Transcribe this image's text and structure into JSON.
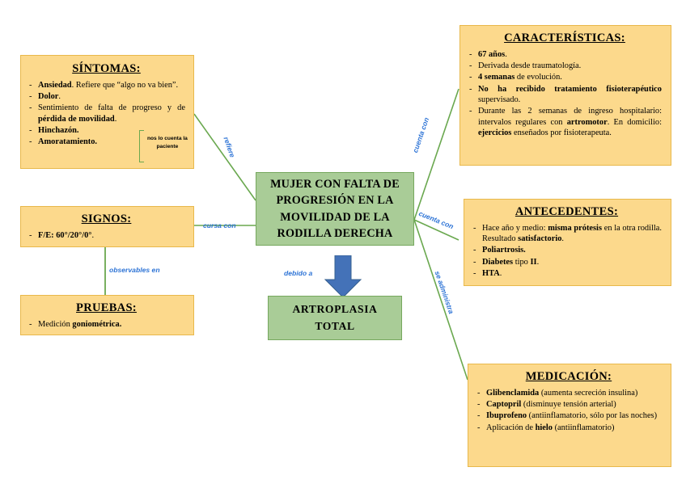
{
  "diagram": {
    "title_central": "MUJER CON FALTA DE PROGRESIÓN EN LA MOVILIDAD DE LA RODILLA DERECHA",
    "outcome": "ARTROPLASIA TOTAL"
  },
  "boxes": {
    "sintomas": {
      "title": "SÍNTOMAS:",
      "items": [
        "<b>Ansiedad</b>. Refiere que “algo no va bien”.",
        "<b>Dolor</b>.",
        "Sentimiento de falta de progreso y de <b>pérdida de movilidad</b>.",
        "<b>Hinchazón.</b>",
        "<b>Amoratamiento.</b>"
      ],
      "annotation": "nos lo cuenta la\npaciente"
    },
    "signos": {
      "title": "SIGNOS:",
      "items": [
        "<b>F/E: 60°/20°/0°</b>."
      ]
    },
    "pruebas": {
      "title": "PRUEBAS:",
      "items": [
        "Medición <b>goniométrica.</b>"
      ]
    },
    "caracteristicas": {
      "title": "CARACTERÍSTICAS:",
      "items": [
        "<b>67 años</b>.",
        "Derivada desde traumatología.",
        "<b>4 semanas</b> de evolución.",
        "<b>No ha recibido tratamiento fisioterapéutico</b> supervisado.",
        "Durante las 2 semanas de ingreso hospitalario: intervalos regulares con <b>artromotor</b>. En domicilio: <b>ejercicios</b> enseñados por fisioterapeuta."
      ]
    },
    "antecedentes": {
      "title": "ANTECEDENTES:",
      "items": [
        "Hace año y medio: <b>misma prótesis</b> en la otra rodilla. Resultado <b>satisfactorio</b>.",
        "<b>Poliartrosis.</b>",
        "<b>Diabetes</b> tipo <b>II</b>.",
        "<b>HTA</b>."
      ]
    },
    "medicacion": {
      "title": "MEDICACIÓN:",
      "items": [
        "<b>Glibenclamida</b> (aumenta secreción insulina)",
        "<b>Captopril</b> (disminuye tensión arterial)",
        "<b>Ibuprofeno</b> (antiinflamatorio, sólo por las noches)",
        "Aplicación de <b>hielo</b> (antiinflamatorio)"
      ]
    }
  },
  "connectors": [
    {
      "id": "refiere",
      "label": "refiere"
    },
    {
      "id": "cursa-con",
      "label": "cursa con"
    },
    {
      "id": "observables-en",
      "label": "observables en"
    },
    {
      "id": "cuenta-con-caracteristicas",
      "label": "cuenta con"
    },
    {
      "id": "cuenta-con-antecedentes",
      "label": "cuenta con"
    },
    {
      "id": "se-administra",
      "label": "se administra"
    },
    {
      "id": "debido-a",
      "label": "debido a"
    }
  ],
  "colors": {
    "box_fill": "#fcd98c",
    "box_border": "#e8b84b",
    "green_fill": "#a9cc97",
    "green_border": "#76a85e",
    "line": "#6aa84f",
    "label_text": "#2E74D6",
    "arrow": "#4472B8"
  }
}
